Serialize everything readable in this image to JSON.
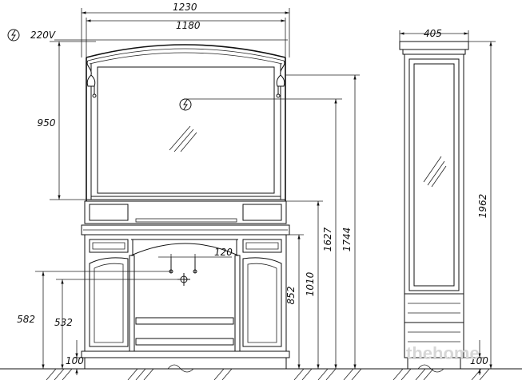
{
  "drawing": {
    "voltage_label": "220V",
    "dimensions": {
      "mirror_outer_width": "1230",
      "mirror_inner_width": "1180",
      "mirror_height": "950",
      "socket_height_cabinet": "1627",
      "total_height": "1744",
      "cabinet_top_height": "1010",
      "counter_height": "852",
      "tap_offset": "120",
      "drain_height_1": "582",
      "drain_height_2": "532",
      "plinth_height_left": "100",
      "column_width": "405",
      "column_height": "1962",
      "plinth_height_right": "100"
    },
    "watermark": "thehome"
  }
}
